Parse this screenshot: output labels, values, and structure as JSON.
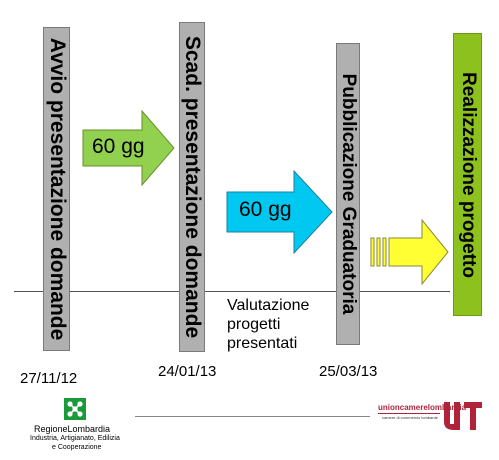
{
  "phases": [
    {
      "label": "Avvio presentazione domande",
      "date": "27/11/12"
    },
    {
      "label": "Scad. presentazione domande",
      "date": "24/01/13"
    },
    {
      "label": "Pubblicazione Graduatoria",
      "date": "25/03/13"
    },
    {
      "label": "Realizzazione progetto"
    }
  ],
  "arrows": [
    {
      "label": "60 gg",
      "color": "#92d050"
    },
    {
      "label": "60 gg",
      "color": "#00c8f0"
    },
    {
      "label": "",
      "color": "#ffff33"
    }
  ],
  "evaluation": {
    "line1": "Valutazione",
    "line2": "progetti",
    "line3": "presentati"
  },
  "colors": {
    "gray_bar": "#b0b0b0",
    "green_bar": "#8dc11e"
  },
  "logos": {
    "left": {
      "name": "RegioneLombardia",
      "line1": "Industria, Artigianato, Edilizia",
      "line2": "e Cooperazione"
    },
    "right": {
      "name": "unioncamerelombardia",
      "sub": "camere di commercio lombarde"
    }
  }
}
